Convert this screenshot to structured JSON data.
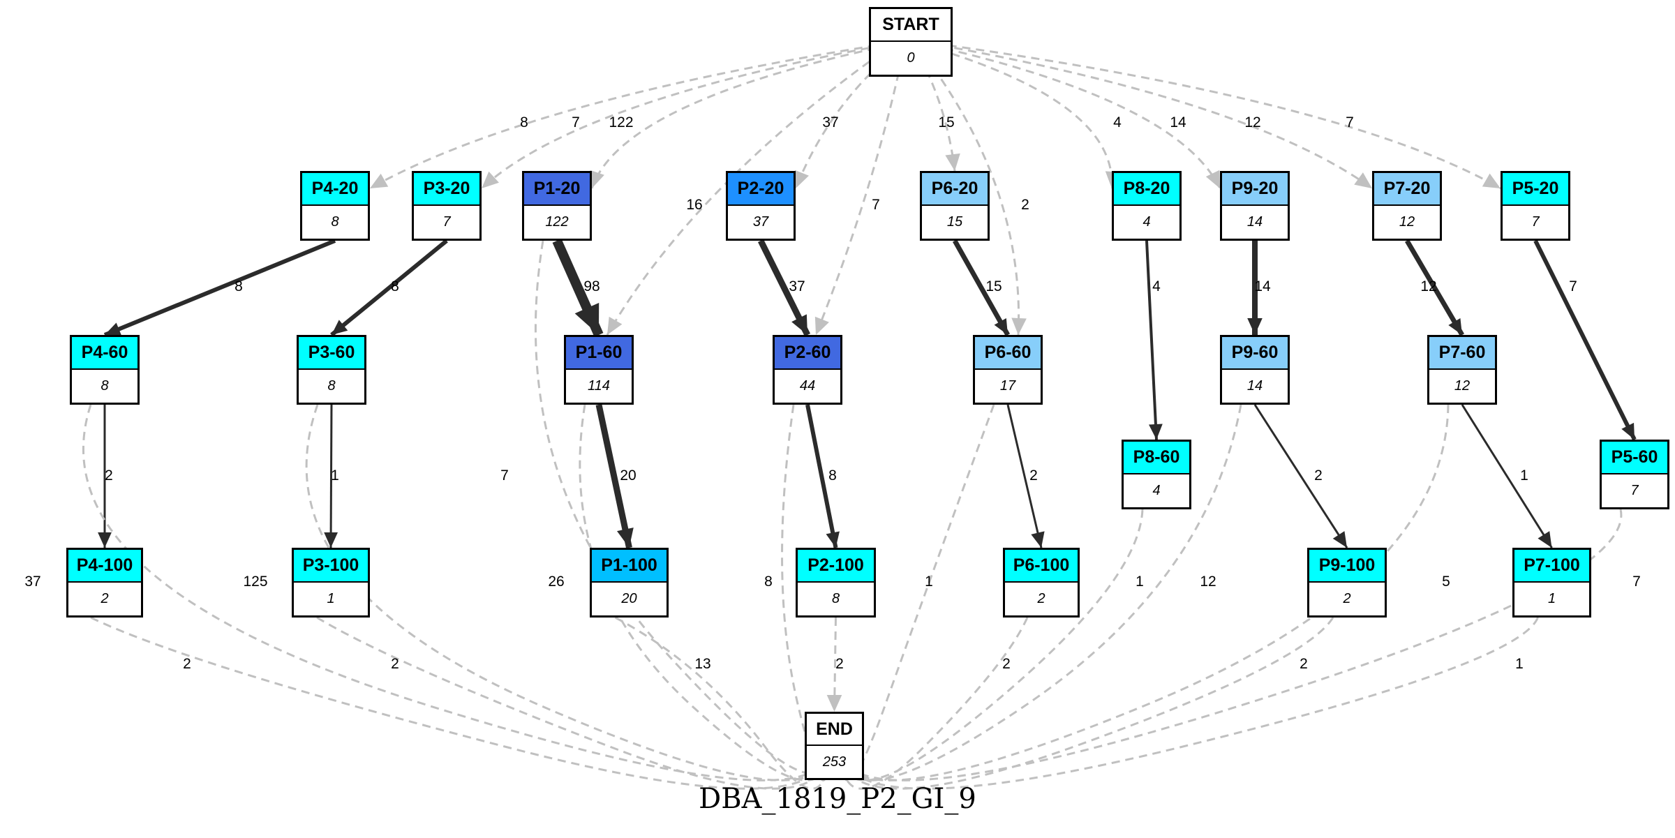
{
  "colors": {
    "cyan": "#00ffff",
    "light_sky": "#87cefa",
    "royal_blue": "#4169e1",
    "dodger_blue": "#1e90ff",
    "deep_sky": "#00bfff",
    "white": "#ffffff",
    "solid_edge": "#2b2b2b",
    "dashed_edge": "#c0c0c0"
  },
  "caption": "DBA_1819_P2_GI_9",
  "nodes": [
    {
      "id": "START",
      "label": "START",
      "count": "0",
      "fill": "white"
    },
    {
      "id": "P4-20",
      "label": "P4-20",
      "count": "8",
      "fill": "cyan"
    },
    {
      "id": "P3-20",
      "label": "P3-20",
      "count": "7",
      "fill": "cyan"
    },
    {
      "id": "P1-20",
      "label": "P1-20",
      "count": "122",
      "fill": "royal_blue"
    },
    {
      "id": "P2-20",
      "label": "P2-20",
      "count": "37",
      "fill": "dodger_blue"
    },
    {
      "id": "P6-20",
      "label": "P6-20",
      "count": "15",
      "fill": "light_sky"
    },
    {
      "id": "P8-20",
      "label": "P8-20",
      "count": "4",
      "fill": "cyan"
    },
    {
      "id": "P9-20",
      "label": "P9-20",
      "count": "14",
      "fill": "light_sky"
    },
    {
      "id": "P7-20",
      "label": "P7-20",
      "count": "12",
      "fill": "light_sky"
    },
    {
      "id": "P5-20",
      "label": "P5-20",
      "count": "7",
      "fill": "cyan"
    },
    {
      "id": "P4-60",
      "label": "P4-60",
      "count": "8",
      "fill": "cyan"
    },
    {
      "id": "P3-60",
      "label": "P3-60",
      "count": "8",
      "fill": "cyan"
    },
    {
      "id": "P1-60",
      "label": "P1-60",
      "count": "114",
      "fill": "royal_blue"
    },
    {
      "id": "P2-60",
      "label": "P2-60",
      "count": "44",
      "fill": "royal_blue"
    },
    {
      "id": "P6-60",
      "label": "P6-60",
      "count": "17",
      "fill": "light_sky"
    },
    {
      "id": "P9-60",
      "label": "P9-60",
      "count": "14",
      "fill": "light_sky"
    },
    {
      "id": "P7-60",
      "label": "P7-60",
      "count": "12",
      "fill": "light_sky"
    },
    {
      "id": "P8-60",
      "label": "P8-60",
      "count": "4",
      "fill": "cyan"
    },
    {
      "id": "P5-60",
      "label": "P5-60",
      "count": "7",
      "fill": "cyan"
    },
    {
      "id": "P4-100",
      "label": "P4-100",
      "count": "2",
      "fill": "cyan"
    },
    {
      "id": "P3-100",
      "label": "P3-100",
      "count": "1",
      "fill": "cyan"
    },
    {
      "id": "P1-100",
      "label": "P1-100",
      "count": "20",
      "fill": "deep_sky"
    },
    {
      "id": "P2-100",
      "label": "P2-100",
      "count": "8",
      "fill": "cyan"
    },
    {
      "id": "P6-100",
      "label": "P6-100",
      "count": "2",
      "fill": "cyan"
    },
    {
      "id": "P9-100",
      "label": "P9-100",
      "count": "2",
      "fill": "cyan"
    },
    {
      "id": "P7-100",
      "label": "P7-100",
      "count": "1",
      "fill": "cyan"
    },
    {
      "id": "END",
      "label": "END",
      "count": "253",
      "fill": "white"
    }
  ],
  "edges": [
    {
      "from": "START",
      "to": "P4-20",
      "label": "8",
      "style": "dashed"
    },
    {
      "from": "START",
      "to": "P3-20",
      "label": "7",
      "style": "dashed"
    },
    {
      "from": "START",
      "to": "P1-20",
      "label": "122",
      "style": "dashed"
    },
    {
      "from": "START",
      "to": "P1-60",
      "label": "16",
      "style": "dashed"
    },
    {
      "from": "START",
      "to": "P2-20",
      "label": "37",
      "style": "dashed"
    },
    {
      "from": "START",
      "to": "P2-60",
      "label": "7",
      "style": "dashed"
    },
    {
      "from": "START",
      "to": "P6-20",
      "label": "15",
      "style": "dashed"
    },
    {
      "from": "START",
      "to": "P6-60",
      "label": "2",
      "style": "dashed"
    },
    {
      "from": "START",
      "to": "P8-20",
      "label": "4",
      "style": "dashed"
    },
    {
      "from": "START",
      "to": "P9-20",
      "label": "14",
      "style": "dashed"
    },
    {
      "from": "START",
      "to": "P7-20",
      "label": "12",
      "style": "dashed"
    },
    {
      "from": "START",
      "to": "P5-20",
      "label": "7",
      "style": "dashed"
    },
    {
      "from": "P4-20",
      "to": "P4-60",
      "label": "8",
      "style": "solid"
    },
    {
      "from": "P3-20",
      "to": "P3-60",
      "label": "8",
      "style": "solid"
    },
    {
      "from": "P1-20",
      "to": "P1-60",
      "label": "98",
      "style": "solid"
    },
    {
      "from": "P1-20",
      "to": "END",
      "label": "7",
      "style": "dashed"
    },
    {
      "from": "P2-20",
      "to": "P2-60",
      "label": "37",
      "style": "solid"
    },
    {
      "from": "P6-20",
      "to": "P6-60",
      "label": "15",
      "style": "solid"
    },
    {
      "from": "P8-20",
      "to": "P8-60",
      "label": "4",
      "style": "solid"
    },
    {
      "from": "P9-20",
      "to": "P9-60",
      "label": "14",
      "style": "solid"
    },
    {
      "from": "P7-20",
      "to": "P7-60",
      "label": "12",
      "style": "solid"
    },
    {
      "from": "P5-20",
      "to": "P5-60",
      "label": "7",
      "style": "solid"
    },
    {
      "from": "P4-60",
      "to": "P4-100",
      "label": "2",
      "style": "solid"
    },
    {
      "from": "P4-60",
      "to": "END",
      "label": "37",
      "style": "dashed"
    },
    {
      "from": "P3-60",
      "to": "P3-100",
      "label": "1",
      "style": "solid"
    },
    {
      "from": "P3-60",
      "to": "END",
      "label": "125",
      "style": "dashed"
    },
    {
      "from": "P1-60",
      "to": "P1-100",
      "label": "20",
      "style": "solid"
    },
    {
      "from": "P1-60",
      "to": "END",
      "label": "26",
      "style": "dashed"
    },
    {
      "from": "P2-60",
      "to": "P2-100",
      "label": "8",
      "style": "solid"
    },
    {
      "from": "P2-60",
      "to": "END",
      "label": "8",
      "style": "dashed"
    },
    {
      "from": "P6-60",
      "to": "P6-100",
      "label": "2",
      "style": "solid"
    },
    {
      "from": "P6-60",
      "to": "END",
      "label": "1",
      "style": "dashed"
    },
    {
      "from": "P8-60",
      "to": "END",
      "label": "1",
      "style": "dashed"
    },
    {
      "from": "P9-60",
      "to": "P9-100",
      "label": "2",
      "style": "solid"
    },
    {
      "from": "P9-60",
      "to": "END",
      "label": "12",
      "style": "dashed"
    },
    {
      "from": "P7-60",
      "to": "P7-100",
      "label": "1",
      "style": "solid"
    },
    {
      "from": "P7-60",
      "to": "END",
      "label": "5",
      "style": "dashed"
    },
    {
      "from": "P5-60",
      "to": "END",
      "label": "7",
      "style": "dashed"
    },
    {
      "from": "P4-100",
      "to": "END",
      "label": "2",
      "style": "dashed"
    },
    {
      "from": "P3-100",
      "to": "END",
      "label": "2",
      "style": "dashed"
    },
    {
      "from": "P1-100",
      "to": "END",
      "label": "13",
      "style": "dashed"
    },
    {
      "from": "P2-100",
      "to": "END",
      "label": "2",
      "style": "dashed"
    },
    {
      "from": "P6-100",
      "to": "END",
      "label": "2",
      "style": "dashed"
    },
    {
      "from": "P9-100",
      "to": "END",
      "label": "2",
      "style": "dashed"
    },
    {
      "from": "P7-100",
      "to": "END",
      "label": "1",
      "style": "dashed"
    }
  ]
}
